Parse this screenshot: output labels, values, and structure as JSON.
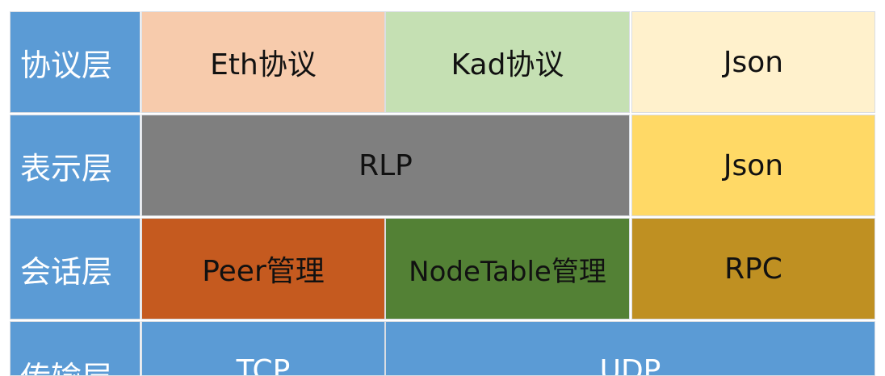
{
  "layers": [
    {
      "name": "协议层"
    },
    {
      "name": "表示层"
    },
    {
      "name": "会话层"
    },
    {
      "name": "传输层"
    }
  ],
  "cells": {
    "eth_protocol": {
      "label": "Eth协议",
      "color": "#f7cbac"
    },
    "kad_protocol": {
      "label": "Kad协议",
      "color": "#c5e0b3"
    },
    "json_protocol": {
      "label": "Json",
      "color": "#fff1cc"
    },
    "rlp": {
      "label": "RLP",
      "color": "#7f7f7f"
    },
    "json_presentation": {
      "label": "Json",
      "color": "#ffd966"
    },
    "peer_management": {
      "label": "Peer管理",
      "color": "#c55a1f"
    },
    "nodetable_management": {
      "label": "NodeTable管理",
      "color": "#538135"
    },
    "rpc": {
      "label": "RPC",
      "color": "#bf9022"
    },
    "tcp": {
      "label": "TCP",
      "color": "#5b9bd5"
    },
    "udp": {
      "label": "UDP",
      "color": "#5b9bd5"
    }
  }
}
